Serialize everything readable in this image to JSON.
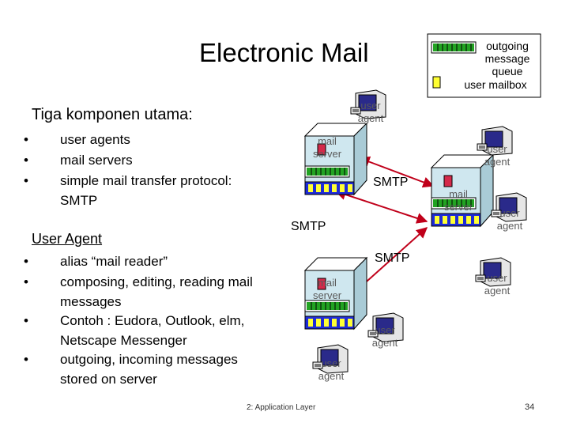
{
  "title": "Electronic Mail",
  "section1": {
    "heading": "Tiga komponen utama:",
    "items": [
      "user agents",
      "mail servers",
      "simple mail transfer protocol:",
      "SMTP"
    ]
  },
  "section2": {
    "heading": "User Agent",
    "items": [
      {
        "line1": "alias “mail reader”",
        "line2": ""
      },
      {
        "line1": "composing, editing, reading mail",
        "line2": "messages"
      },
      {
        "line1": "Contoh : Eudora, Outlook, elm,",
        "line2": "Netscape Messenger"
      },
      {
        "line1": "outgoing, incoming messages",
        "line2": "stored on server"
      }
    ]
  },
  "legend": {
    "queue_line1": "outgoing",
    "queue_line2": "message queue",
    "mailbox": "user mailbox"
  },
  "labels": {
    "mail": "mail",
    "server": "server",
    "user": "user",
    "agent": "agent",
    "smtp": "SMTP"
  },
  "footer": "2: Application Layer",
  "page_number": "34",
  "colors": {
    "queue_green": "#22a322",
    "mailbox_blue": "#1e2bd8",
    "mailbox_yellow": "#ffff33",
    "arrow_red": "#c0001a",
    "server_face": "#cfe7ef",
    "label_gray": "#5a5a5a"
  }
}
